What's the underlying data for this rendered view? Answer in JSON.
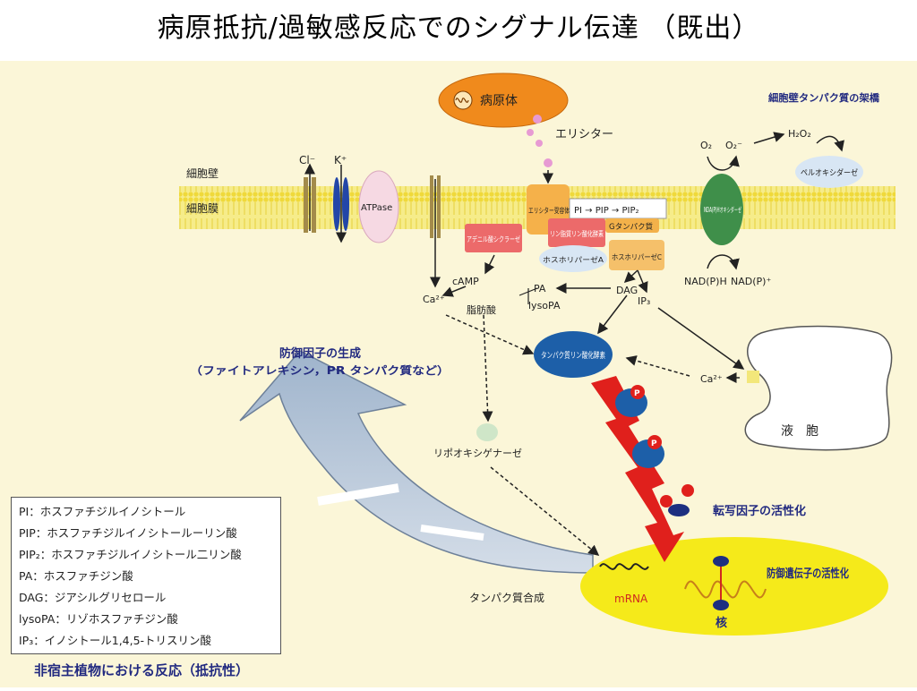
{
  "slide": {
    "title": "病原抵抗/過敏感反応でのシグナル伝達 （既出）"
  },
  "diagram": {
    "pathogen": "病原体",
    "elicitor": "エリシター",
    "cell_wall": "細胞壁",
    "cell_membrane": "細胞膜",
    "cl_channel": "Cl⁻",
    "k_channel": "K⁺",
    "atpase": "ATPase",
    "elicitor_receptor": "エリシター受容体",
    "pi_pip_pip2": "PI → PIP → PIP₂",
    "g_protein": "Gタンパク質",
    "phospho_kinase": "リン脂質リン酸化酵素",
    "adenylate_cyclase": "アデニル酸シクラーゼ",
    "phospholipase_a": "ホスホリパーゼA",
    "phospholipase_c": "ホスホリパーゼC",
    "nadph_oxidase": "NDA(P)Hオキシダーゼ",
    "o2": "O₂",
    "o2_minus": "O₂⁻",
    "h2o2": "H₂O₂",
    "peroxidase": "ペルオキシダーゼ",
    "wall_crosslink": "細胞壁タンパク質の架橋",
    "nadph": "NAD(P)H",
    "nadp_plus": "NAD(P)⁺",
    "camp": "cAMP",
    "ca2_cytosol": "Ca²⁺",
    "pa": "PA",
    "lysopa": "lysoPA",
    "dag": "DAG",
    "ip3": "IP₃",
    "fatty_acid": "脂肪酸",
    "protein_kinase": "タンパク質リン酸化酵素",
    "ca2_vacuole": "Ca²⁺",
    "vacuole": "液　胞",
    "lipoxygenase": "リポオキシゲナーゼ",
    "defense_factor_title": "防御因子の生成",
    "defense_factor_sub": "（ファイトアレキシン，PR タンパク質など）",
    "phospho_p": "P",
    "tf_activation": "転写因子の活性化",
    "protein_synthesis": "タンパク質合成",
    "mrna": "mRNA",
    "defense_gene": "防御遺伝子の活性化",
    "nucleus": "核"
  },
  "legend": [
    "PI：ホスファチジルイノシトール",
    "PIP：ホスファチジルイノシトールーリン酸",
    "PIP₂：ホスファチジルイノシトール二リン酸",
    "PA：ホスファチジン酸",
    "DAG：ジアシルグリセロール",
    "lysoPA：リゾホスファチジン酸",
    "IP₃：イノシトール1,4,5-トリスリン酸"
  ],
  "caption": "非宿主植物における反応（抵抗性）",
  "colors": {
    "background": "#fbf6d8",
    "membrane": "#f2e24a",
    "pathogen": "#f08a1c",
    "receptor": "#f5b14a",
    "kinase": "#1d5fa8",
    "red_arrow": "#e0201c",
    "nucleus": "#f5ea1a",
    "nadph_oxidase": "#3f8f4a",
    "heading": "#222a80"
  }
}
